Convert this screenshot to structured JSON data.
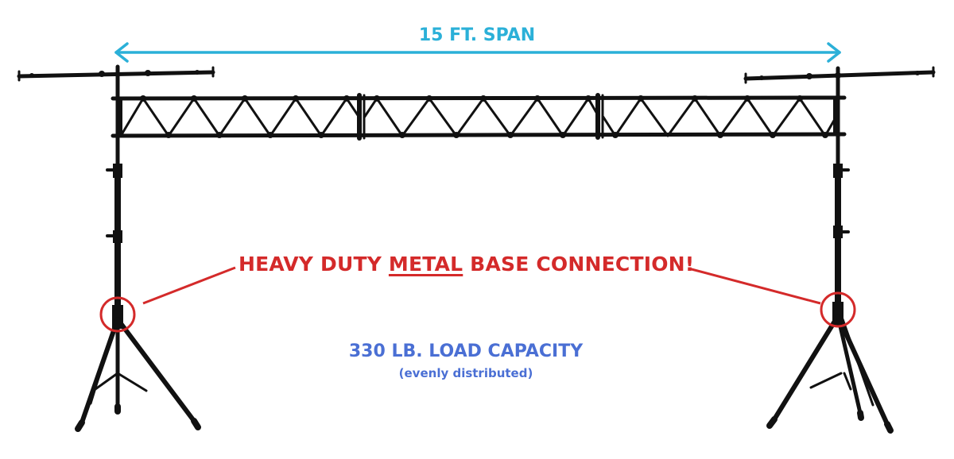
{
  "annotations": {
    "span": "15 FT. SPAN",
    "base_connection": {
      "before": "HEAVY DUTY ",
      "emphasis": "METAL",
      "after": " BASE CONNECTION!"
    },
    "load_capacity": "330 LB. LOAD CAPACITY",
    "load_note": "(evenly distributed)"
  },
  "colors": {
    "span_arrow": "#2bb0d8",
    "callout_red": "#d42a2a",
    "load_text": "#4a6fd4",
    "metal": "#111111",
    "background": "#ffffff"
  }
}
